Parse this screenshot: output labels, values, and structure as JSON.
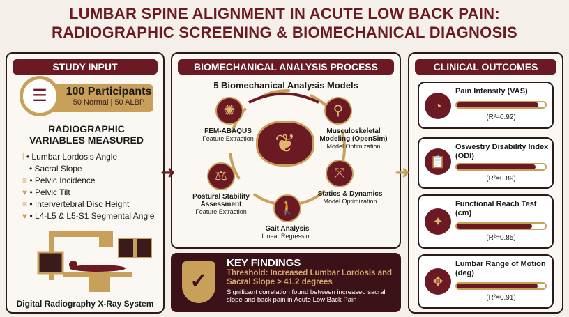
{
  "title": {
    "line1": "LUMBAR SPINE ALIGNMENT IN ACUTE LOW BACK PAIN:",
    "line2": "RADIOGRAPHIC SCREENING & BIOMECHANICAL DIAGNOSIS"
  },
  "study_input": {
    "header": "STUDY INPUT",
    "participants": "100 Participants",
    "split": "50 Normal | 50 ALBP",
    "variables_title": "RADIOGRAPHIC VARIABLES MEASURED",
    "variables": [
      "Lumbar Lordosis Angle",
      "Sacral Slope",
      "Pelvic Incidence",
      "Pelvic Tilt",
      "Intervertebral Disc Height",
      "L4-L5 & L5-S1 Segmental Angle"
    ],
    "system": "Digital Radiography X-Ray System"
  },
  "process": {
    "header": "BIOMECHANICAL ANALYSIS PROCESS",
    "subtitle": "5 Biomechanical Analysis Models",
    "nodes": [
      {
        "title": "FEM-ABAQUS",
        "sub": "Feature Extraction"
      },
      {
        "title": "Musculoskeletal Modeling (OpenSim)",
        "sub": "Model Optimization"
      },
      {
        "title": "Statics & Dynamics",
        "sub": "Model Optimization"
      },
      {
        "title": "Gait Analysis",
        "sub": "Linear Regression"
      },
      {
        "title": "Postural Stability Assessment",
        "sub": "Feature Extraction"
      }
    ]
  },
  "key_findings": {
    "title": "KEY FINDINGS",
    "threshold": "Threshold: Increased Lumbar Lordosis and Sacral Slope > 41.2 degrees",
    "text": "Significant correlation found between increased sacral slope and back pain in Acute Low Back Pain"
  },
  "outcomes": {
    "header": "CLINICAL OUTCOMES",
    "items": [
      {
        "label": "Pain Intensity (VAS)",
        "r2": "(R²=0.92)",
        "value": 0.92
      },
      {
        "label": "Oswestry Disability Index (ODI)",
        "r2": "(R²=0.89)",
        "value": 0.89
      },
      {
        "label": "Functional Reach Test (cm)",
        "r2": "(R²=0.85)",
        "value": 0.85
      },
      {
        "label": "Lumbar Range of Motion (deg)",
        "r2": "(R²=0.91)",
        "value": 0.91
      }
    ]
  },
  "colors": {
    "maroon": "#6b1a24",
    "gold": "#c9a05a"
  }
}
